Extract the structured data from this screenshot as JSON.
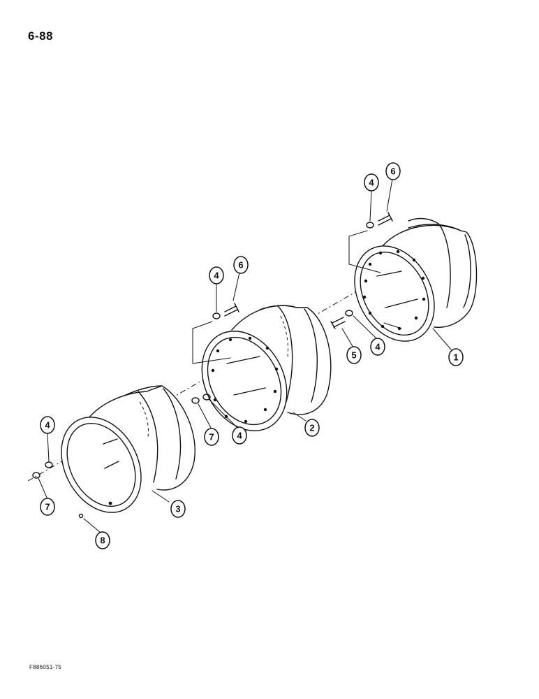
{
  "header": {
    "page_number": "6-88"
  },
  "footer": {
    "figure_code": "F886051-75"
  },
  "callouts": [
    {
      "id": "c1",
      "label": "1"
    },
    {
      "id": "c2",
      "label": "2"
    },
    {
      "id": "c3",
      "label": "3"
    },
    {
      "id": "c4a",
      "label": "4"
    },
    {
      "id": "c4b",
      "label": "4"
    },
    {
      "id": "c4c",
      "label": "4"
    },
    {
      "id": "c4d",
      "label": "4"
    },
    {
      "id": "c4e",
      "label": "4"
    },
    {
      "id": "c5",
      "label": "5"
    },
    {
      "id": "c6a",
      "label": "6"
    },
    {
      "id": "c6b",
      "label": "6"
    },
    {
      "id": "c7a",
      "label": "7"
    },
    {
      "id": "c7b",
      "label": "7"
    },
    {
      "id": "c8",
      "label": "8"
    }
  ]
}
